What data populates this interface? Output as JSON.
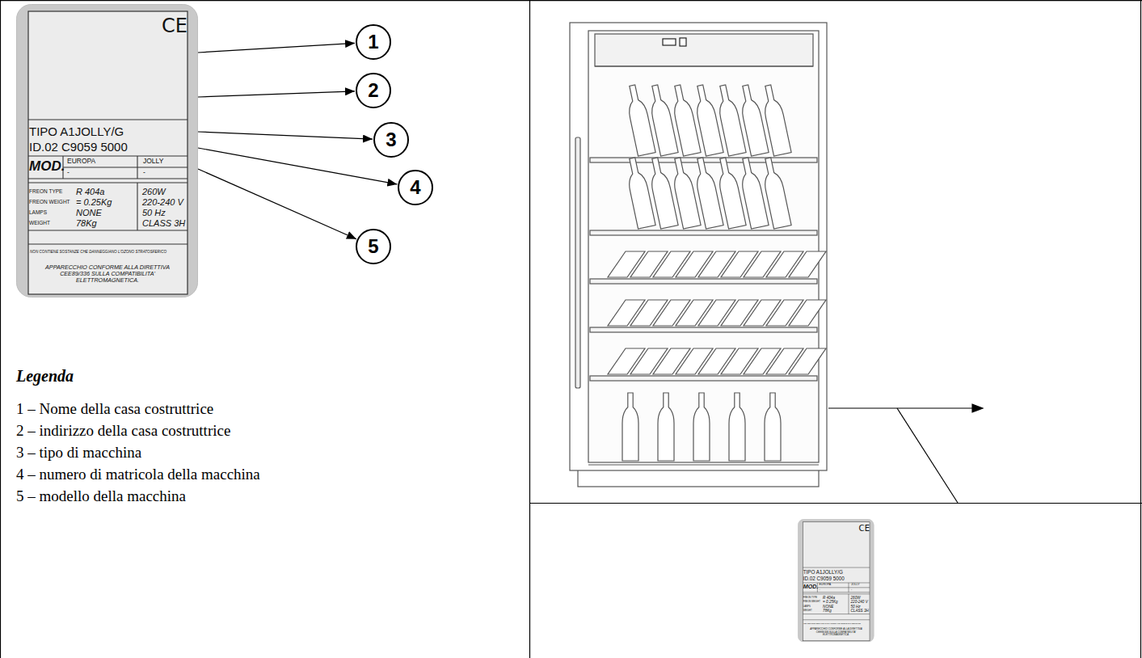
{
  "diagram": {
    "nodes": [
      {
        "text": [
          "CE",
          "TIPO  A1JOLLY/G",
          "ID.02 C9059 5000",
          "MOD.",
          "EUROPA",
          "JOLLY",
          "-",
          "-",
          "FREON TYPE",
          "R 404a",
          "FREON WEIGHT",
          "= 0.25Kg",
          "LAMPS",
          "NONE",
          "WEIGHT",
          "78Kg",
          "260W",
          "220-240 V",
          "50 Hz",
          "CLASS  3H",
          "NON CONTIENE SOSTANZE CHE DANNEGGIANO L'OZONO STRATOSFERICO",
          "APPARECCHIO CONFORME ALLA DIRETTIVA CEE89/336 SULLA COMPATIBILITA' ELETTROMAGNETICA."
        ]
      },
      {
        "text": [
          "1"
        ]
      },
      {
        "text": [
          "2"
        ]
      },
      {
        "text": [
          "3"
        ]
      },
      {
        "text": [
          "4"
        ]
      },
      {
        "text": [
          "5"
        ]
      },
      {
        "text": [
          "CE",
          "TIPO  A1JOLLY/G",
          "ID.02 C9059 5000",
          "MOD.",
          "EUROPA",
          "JOLLY",
          "-",
          "-",
          "FREON TYPE",
          "R 404a",
          "FREON WEIGHT",
          "= 0.25Kg",
          "LAMPS",
          "NONE",
          "WEIGHT",
          "78Kg",
          "260W",
          "220-240 V",
          "50 Hz",
          "CLASS  3H",
          "NON CONTIENE SOSTANZE CHE DANNEGGIANO L'OZONO STRATOSFERICO",
          "APPARECCHIO CONFORME ALLA DIRETTIVA CEE89/336 SULLA COMPATIBILITA' ELETTROMAGNETICA."
        ]
      }
    ],
    "edges": [
      {
        "from": 0,
        "to": 1,
        "arrow": "to"
      },
      {
        "from": 0,
        "to": 2,
        "arrow": "to"
      },
      {
        "from": 0,
        "to": 3,
        "arrow": "to"
      },
      {
        "from": 0,
        "to": 4,
        "arrow": "to"
      },
      {
        "from": 0,
        "to": 5,
        "arrow": "to"
      }
    ],
    "labels": [
      "Legenda"
    ],
    "legend": [
      {
        "text": "1 – Nome della casa costruttrice"
      },
      {
        "text": "2 – indirizzo della casa costruttrice"
      },
      {
        "text": "3 – tipo di macchina"
      },
      {
        "text": "4 – numero di matricola della macchina"
      },
      {
        "text": "5 – modello della macchina"
      }
    ]
  }
}
